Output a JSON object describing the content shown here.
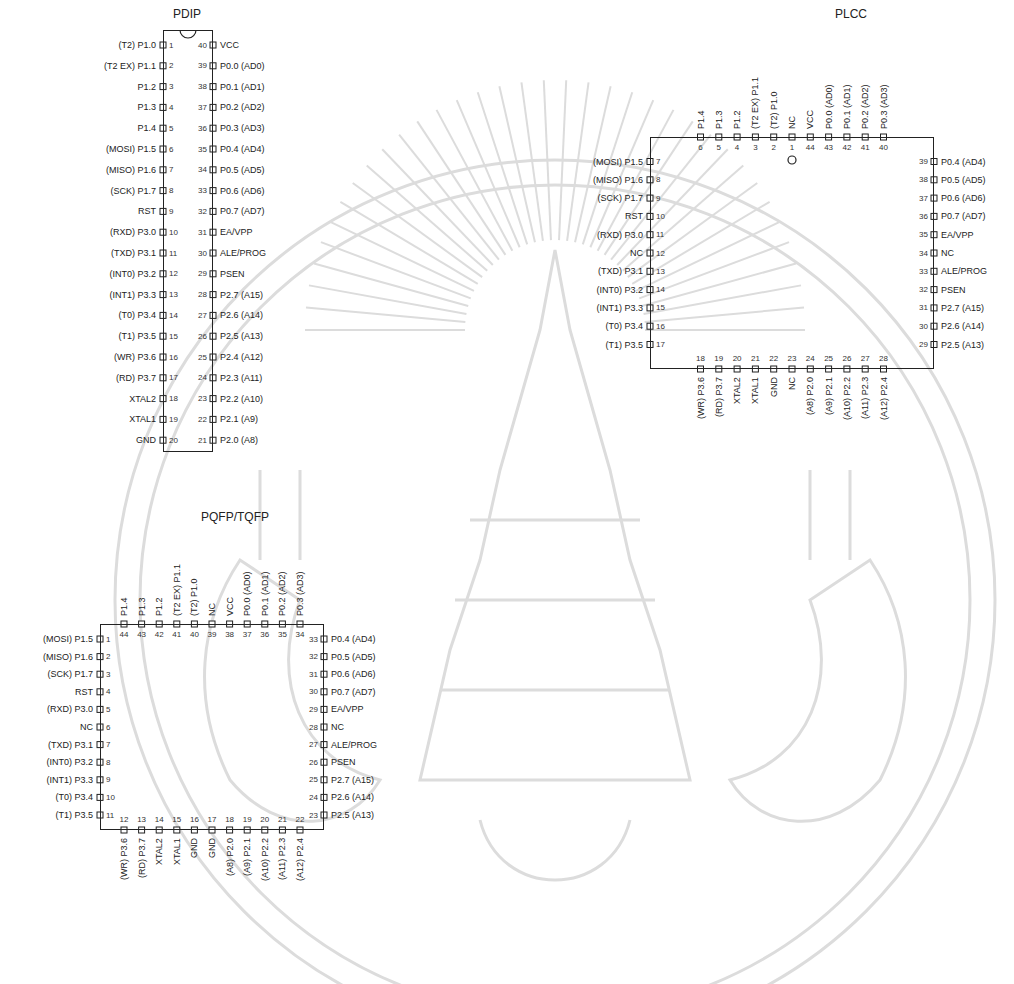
{
  "diagram": {
    "nodes": [
      {
        "text": [
          "PDIP"
        ]
      },
      {
        "text": [
          "PLCC"
        ]
      },
      {
        "text": [
          "PQFP/TQFP"
        ]
      }
    ],
    "labels": [
      "(T2) P1.0",
      "1",
      "(T2 EX) P1.1",
      "2",
      "P1.2",
      "3",
      "P1.3",
      "4",
      "P1.4",
      "5",
      "(MOSI) P1.5",
      "6",
      "(MISO) P1.6",
      "7",
      "(SCK) P1.7",
      "8",
      "RST",
      "9",
      "(RXD) P3.0",
      "10",
      "(TXD) P3.1",
      "11",
      "(INT0) P3.2",
      "12",
      "(INT1) P3.3",
      "13",
      "(T0) P3.4",
      "14",
      "(T1) P3.5",
      "15",
      "(WR) P3.6",
      "16",
      "(RD) P3.7",
      "17",
      "XTAL2",
      "18",
      "XTAL1",
      "19",
      "GND",
      "20",
      "P2.0 (A8)",
      "21",
      "P2.1 (A9)",
      "22",
      "P2.2 (A10)",
      "23",
      "P2.3 (A11)",
      "24",
      "P2.4 (A12)",
      "25",
      "P2.5 (A13)",
      "26",
      "P2.6 (A14)",
      "27",
      "P2.7 (A15)",
      "28",
      "PSEN",
      "29",
      "ALE/PROG",
      "30",
      "EA/VPP",
      "31",
      "P0.7 (AD7)",
      "32",
      "P0.6 (AD6)",
      "33",
      "P0.5 (AD5)",
      "34",
      "P0.4 (AD4)",
      "35",
      "P0.3 (AD3)",
      "36",
      "P0.2 (AD2)",
      "37",
      "P0.1 (AD1)",
      "38",
      "P0.0 (AD0)",
      "39",
      "VCC",
      "40",
      "NC",
      "1",
      "(T2) P1.0",
      "2",
      "(T2 EX) P1.1",
      "3",
      "P1.2",
      "4",
      "P1.3",
      "5",
      "P1.4",
      "6",
      "(MOSI) P1.5",
      "7",
      "(MISO) P1.6",
      "8",
      "(SCK) P1.7",
      "9",
      "RST",
      "10",
      "(RXD) P3.0",
      "11",
      "NC",
      "12",
      "(TXD) P3.1",
      "13",
      "(INT0) P3.2",
      "14",
      "(INT1) P3.3",
      "15",
      "(T0) P3.4",
      "16",
      "(T1) P3.5",
      "17",
      "(WR) P3.6",
      "18",
      "(RD) P3.7",
      "19",
      "XTAL2",
      "20",
      "XTAL1",
      "21",
      "GND",
      "22",
      "NC",
      "23",
      "(A8) P2.0",
      "24",
      "(A9) P2.1",
      "25",
      "(A10) P2.2",
      "26",
      "(A11) P2.3",
      "27",
      "(A12) P2.4",
      "28",
      "P2.5 (A13)",
      "29",
      "P2.6 (A14)",
      "30",
      "P2.7 (A15)",
      "31",
      "PSEN",
      "32",
      "ALE/PROG",
      "33",
      "NC",
      "34",
      "EA/VPP",
      "35",
      "P0.7 (AD7)",
      "36",
      "P0.6 (AD6)",
      "37",
      "P0.5 (AD5)",
      "38",
      "P0.4 (AD4)",
      "39",
      "P0.3 (AD3)",
      "40",
      "P0.2 (AD2)",
      "41",
      "P0.1 (AD1)",
      "42",
      "P0.0 (AD0)",
      "43",
      "VCC",
      "44",
      "(MOSI) P1.5",
      "1",
      "(MISO) P1.6",
      "2",
      "(SCK) P1.7",
      "3",
      "RST",
      "4",
      "(RXD) P3.0",
      "5",
      "NC",
      "6",
      "(TXD) P3.1",
      "7",
      "(INT0) P3.2",
      "8",
      "(INT1) P3.3",
      "9",
      "(T0) P3.4",
      "10",
      "(T1) P3.5",
      "11",
      "(WR) P3.6",
      "12",
      "(RD) P3.7",
      "13",
      "XTAL2",
      "14",
      "XTAL1",
      "15",
      "GND",
      "16",
      "GND",
      "17",
      "(A8) P2.0",
      "18",
      "(A9) P2.1",
      "19",
      "(A10) P2.2",
      "20",
      "(A11) P2.3",
      "21",
      "(A12) P2.4",
      "22",
      "P2.5 (A13)",
      "23",
      "P2.6 (A14)",
      "24",
      "P2.7 (A15)",
      "25",
      "PSEN",
      "26",
      "ALE/PROG",
      "27",
      "NC",
      "28",
      "EA/VPP",
      "29",
      "P0.7 (AD7)",
      "30",
      "P0.6 (AD6)",
      "31",
      "P0.5 (AD5)",
      "32",
      "P0.4 (AD4)",
      "33",
      "P0.3 (AD3)",
      "34",
      "P0.2 (AD2)",
      "35",
      "P0.1 (AD1)",
      "36",
      "P0.0 (AD0)",
      "37",
      "VCC",
      "38",
      "NC",
      "39",
      "(T2) P1.0",
      "40",
      "(T2 EX) P1.1",
      "41",
      "P1.2",
      "42",
      "P1.3",
      "43",
      "P1.4",
      "44"
    ]
  }
}
